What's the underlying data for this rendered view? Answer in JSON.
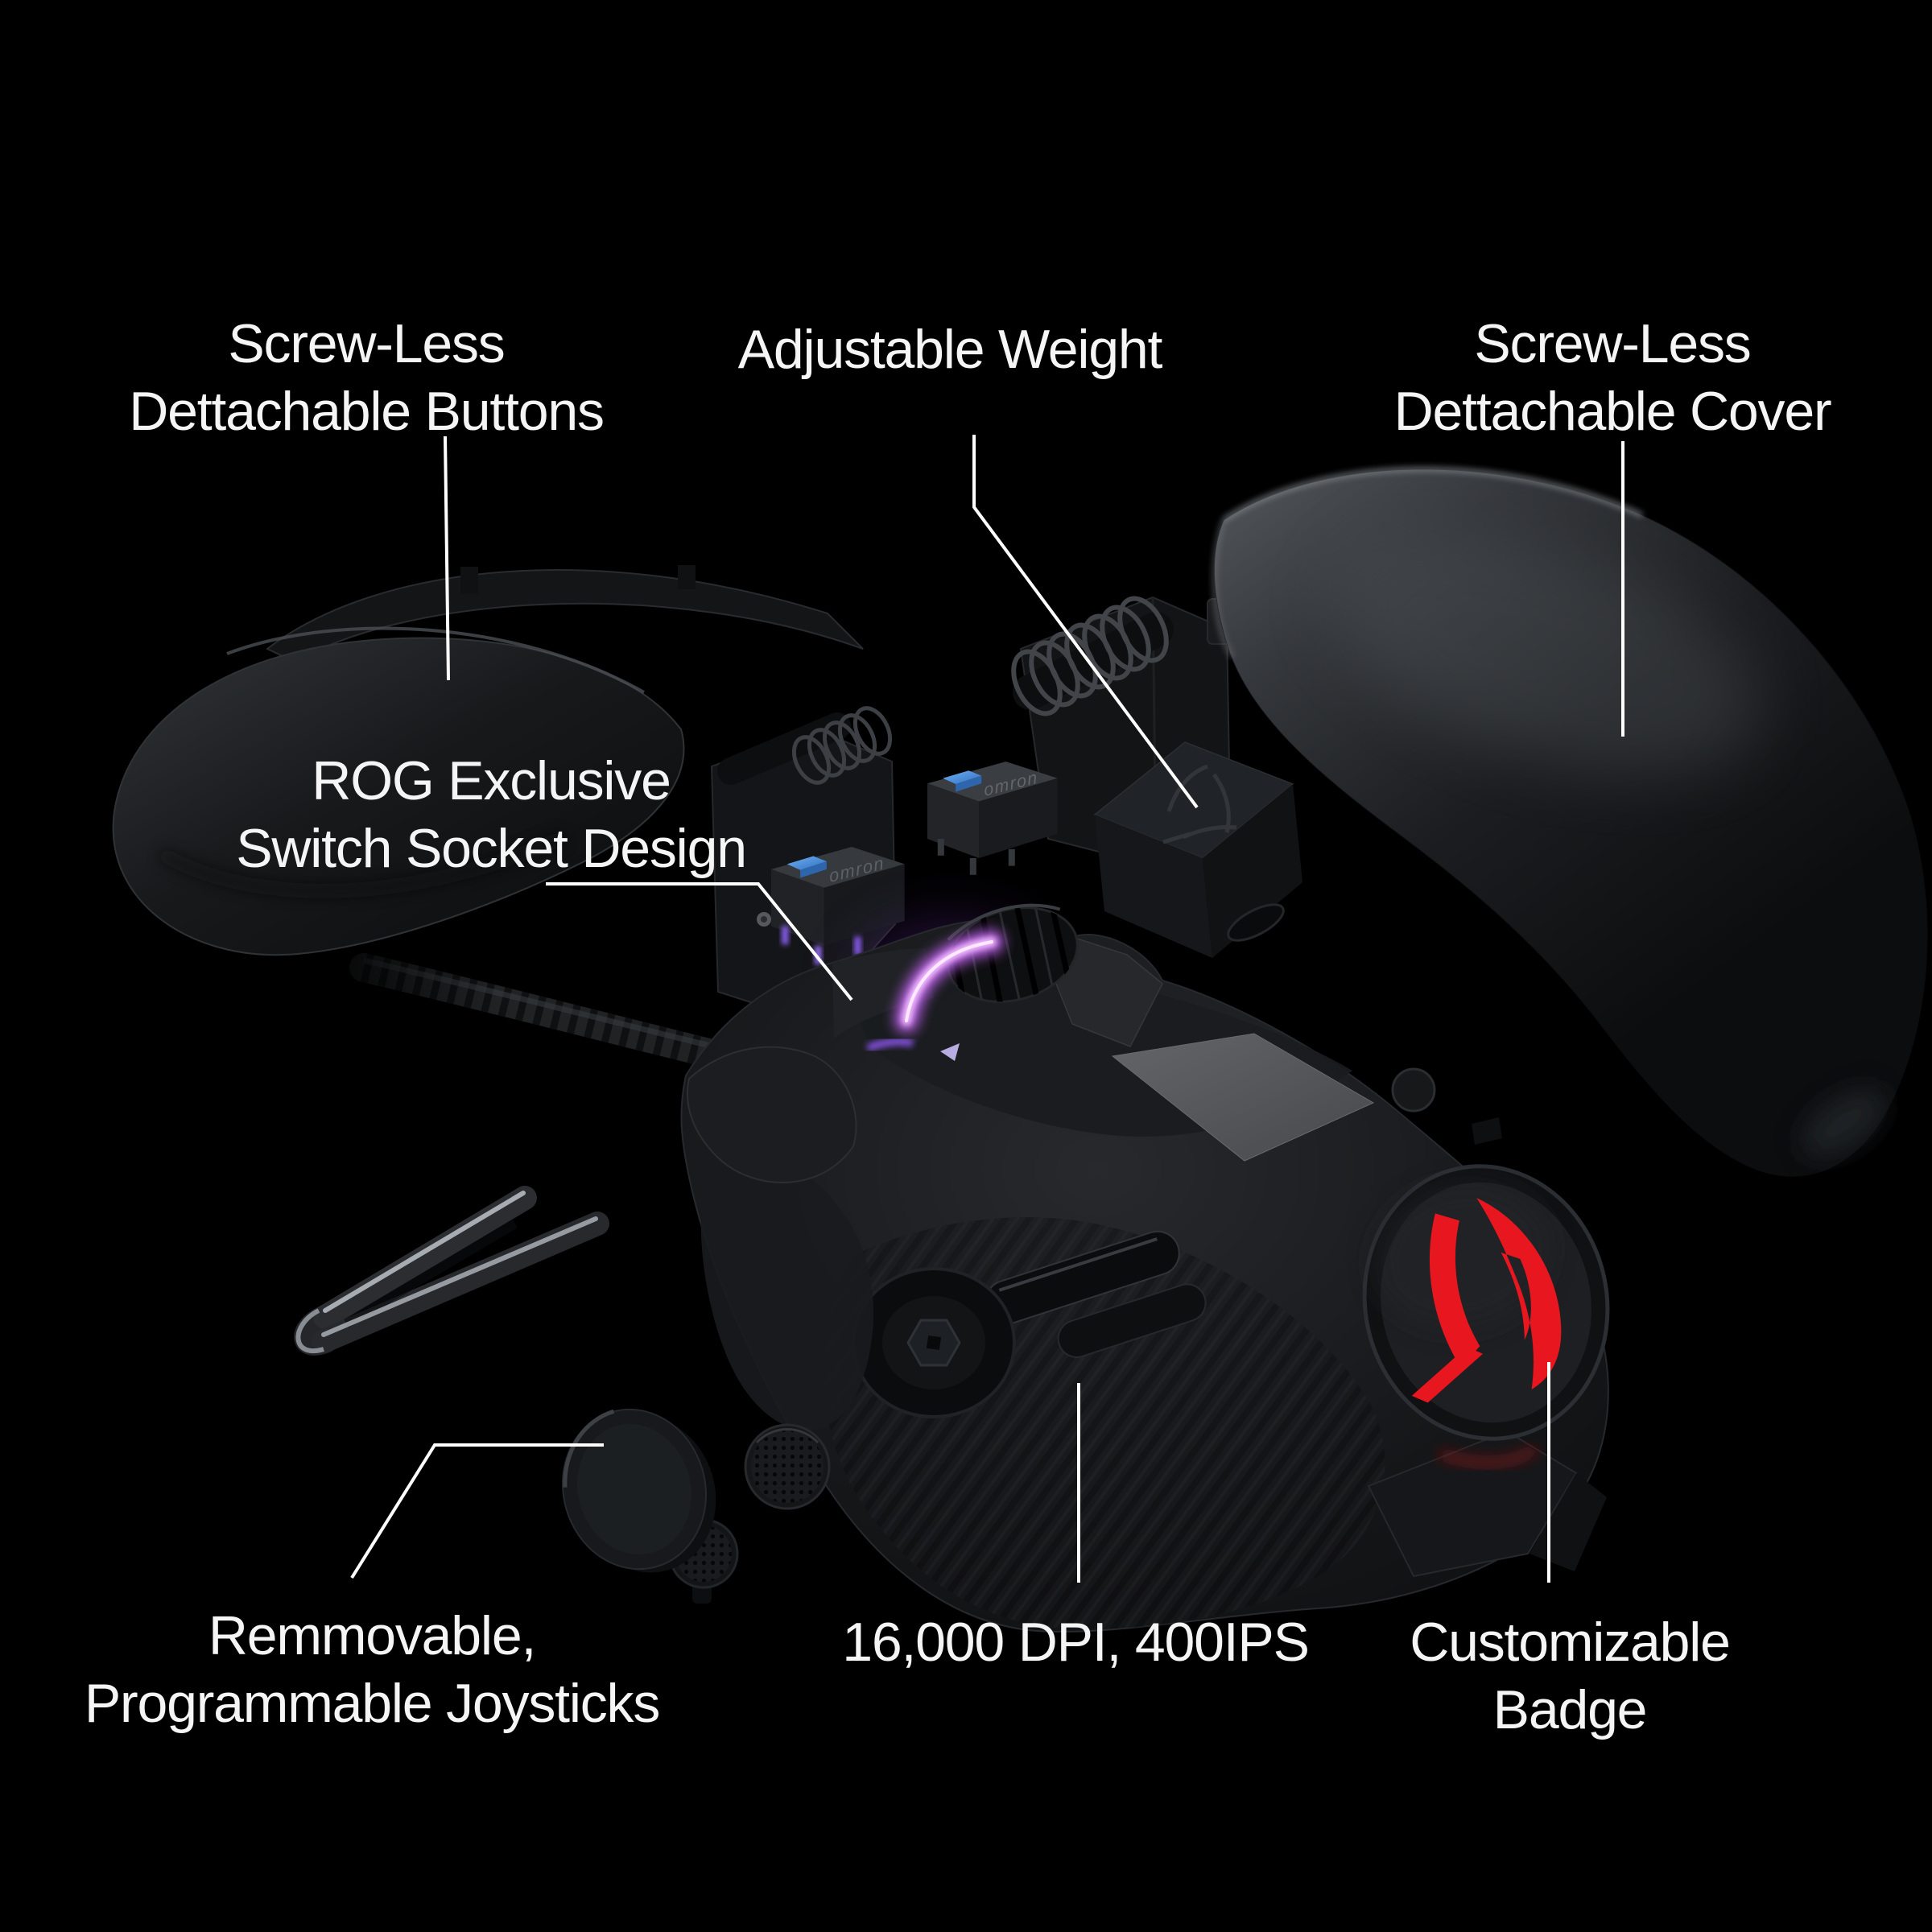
{
  "scene": {
    "description": "Exploded view of an ROG gaming mouse on black background with feature callouts",
    "background": "#000000"
  },
  "colors": {
    "text": "#f5f5f5",
    "leader_line": "#ffffff",
    "rog_logo_red": "#e8161e",
    "rgb_glow_pink": "#e07dff",
    "switch_plunger_blue": "#4a8fe0",
    "body_dark": "#141517",
    "metal_highlight": "#b4bac0"
  },
  "callouts": [
    {
      "id": "detachable-buttons",
      "lines": [
        "Screw-Less",
        "Dettachable Buttons"
      ]
    },
    {
      "id": "adjustable-weight",
      "lines": [
        "Adjustable Weight"
      ]
    },
    {
      "id": "detachable-cover",
      "lines": [
        "Screw-Less",
        "Dettachable Cover"
      ]
    },
    {
      "id": "switch-socket",
      "lines": [
        "ROG Exclusive",
        "Switch Socket Design"
      ]
    },
    {
      "id": "joysticks",
      "lines": [
        "Remmovable,",
        "Programmable Joysticks"
      ]
    },
    {
      "id": "dpi",
      "lines": [
        "16,000 DPI, 400IPS"
      ]
    },
    {
      "id": "badge",
      "lines": [
        "Customizable",
        "Badge"
      ]
    }
  ],
  "illustration": {
    "switch_brand": "omron",
    "parts": [
      "braided-cable",
      "transparent-button-clip",
      "detachable-button-shell",
      "switch-socket-module-large",
      "switch-socket-module-small",
      "omron-switch-1",
      "omron-switch-2",
      "adjustable-weight-block",
      "detachable-side-cover",
      "mouse-body",
      "scroll-wheel-rgb",
      "joystick-socket",
      "side-buttons",
      "rog-badge",
      "tweezers-tool",
      "joystick-cap-mesh",
      "joystick-cap-small",
      "joystick-cover-disc"
    ]
  }
}
